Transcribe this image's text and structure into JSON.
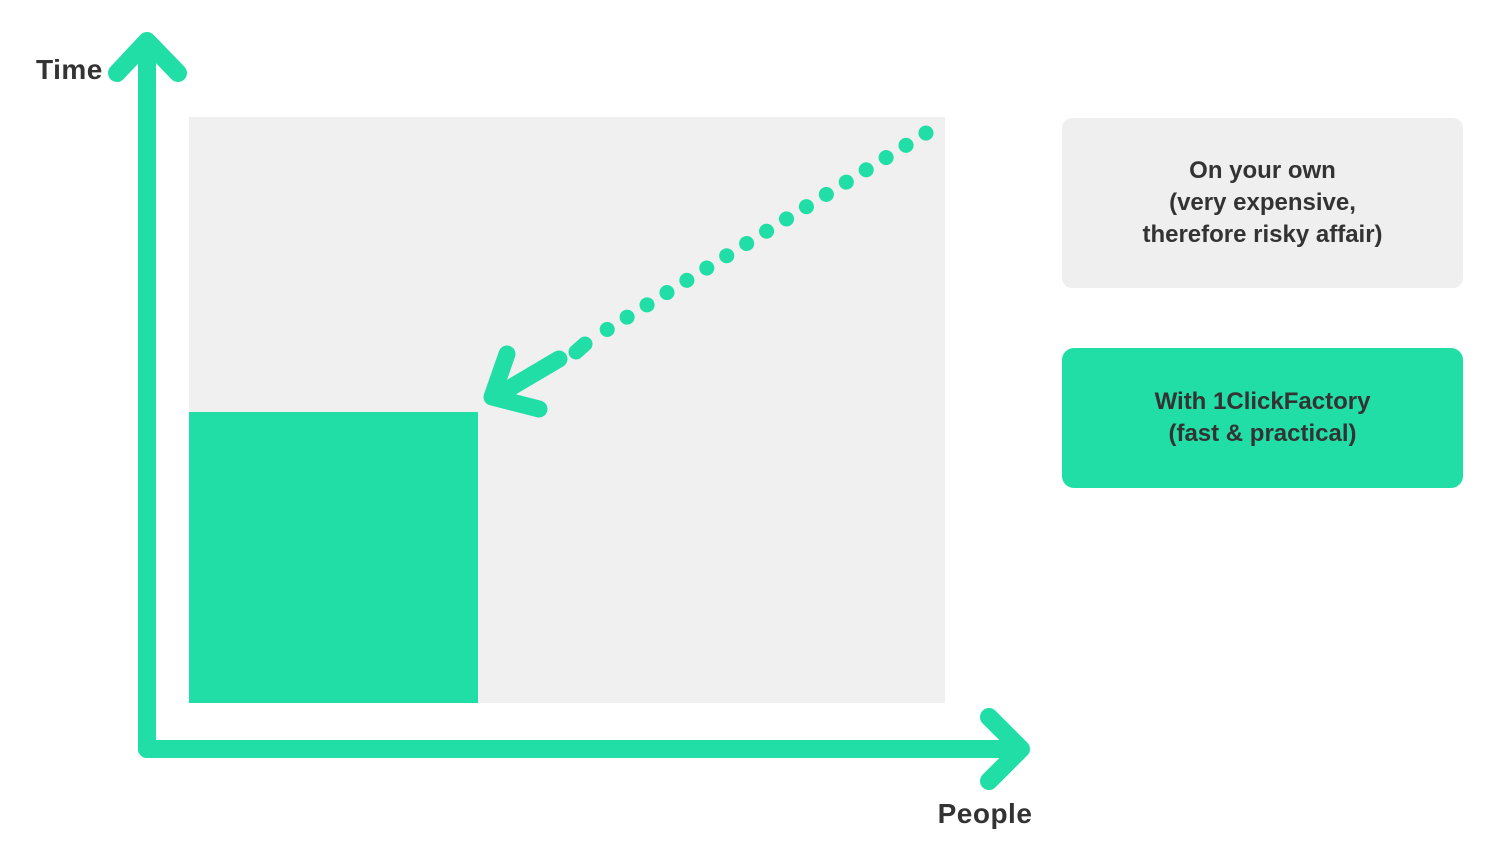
{
  "colors": {
    "accent_green": "#21DEA6",
    "plot_area_bg": "#F0F0F0",
    "legend_neutral_bg": "#EFEFEF",
    "text_dark": "#333333",
    "page_bg": "#FFFFFF"
  },
  "axes": {
    "y_axis_label": "Time",
    "x_axis_label": "People"
  },
  "legend": {
    "on_your_own": {
      "line1": "On your own",
      "line2": "(very expensive,",
      "line3": "therefore risky affair)"
    },
    "with_1clickfactory": {
      "line1": "With 1ClickFactory",
      "line2": "(fast & practical)"
    }
  }
}
